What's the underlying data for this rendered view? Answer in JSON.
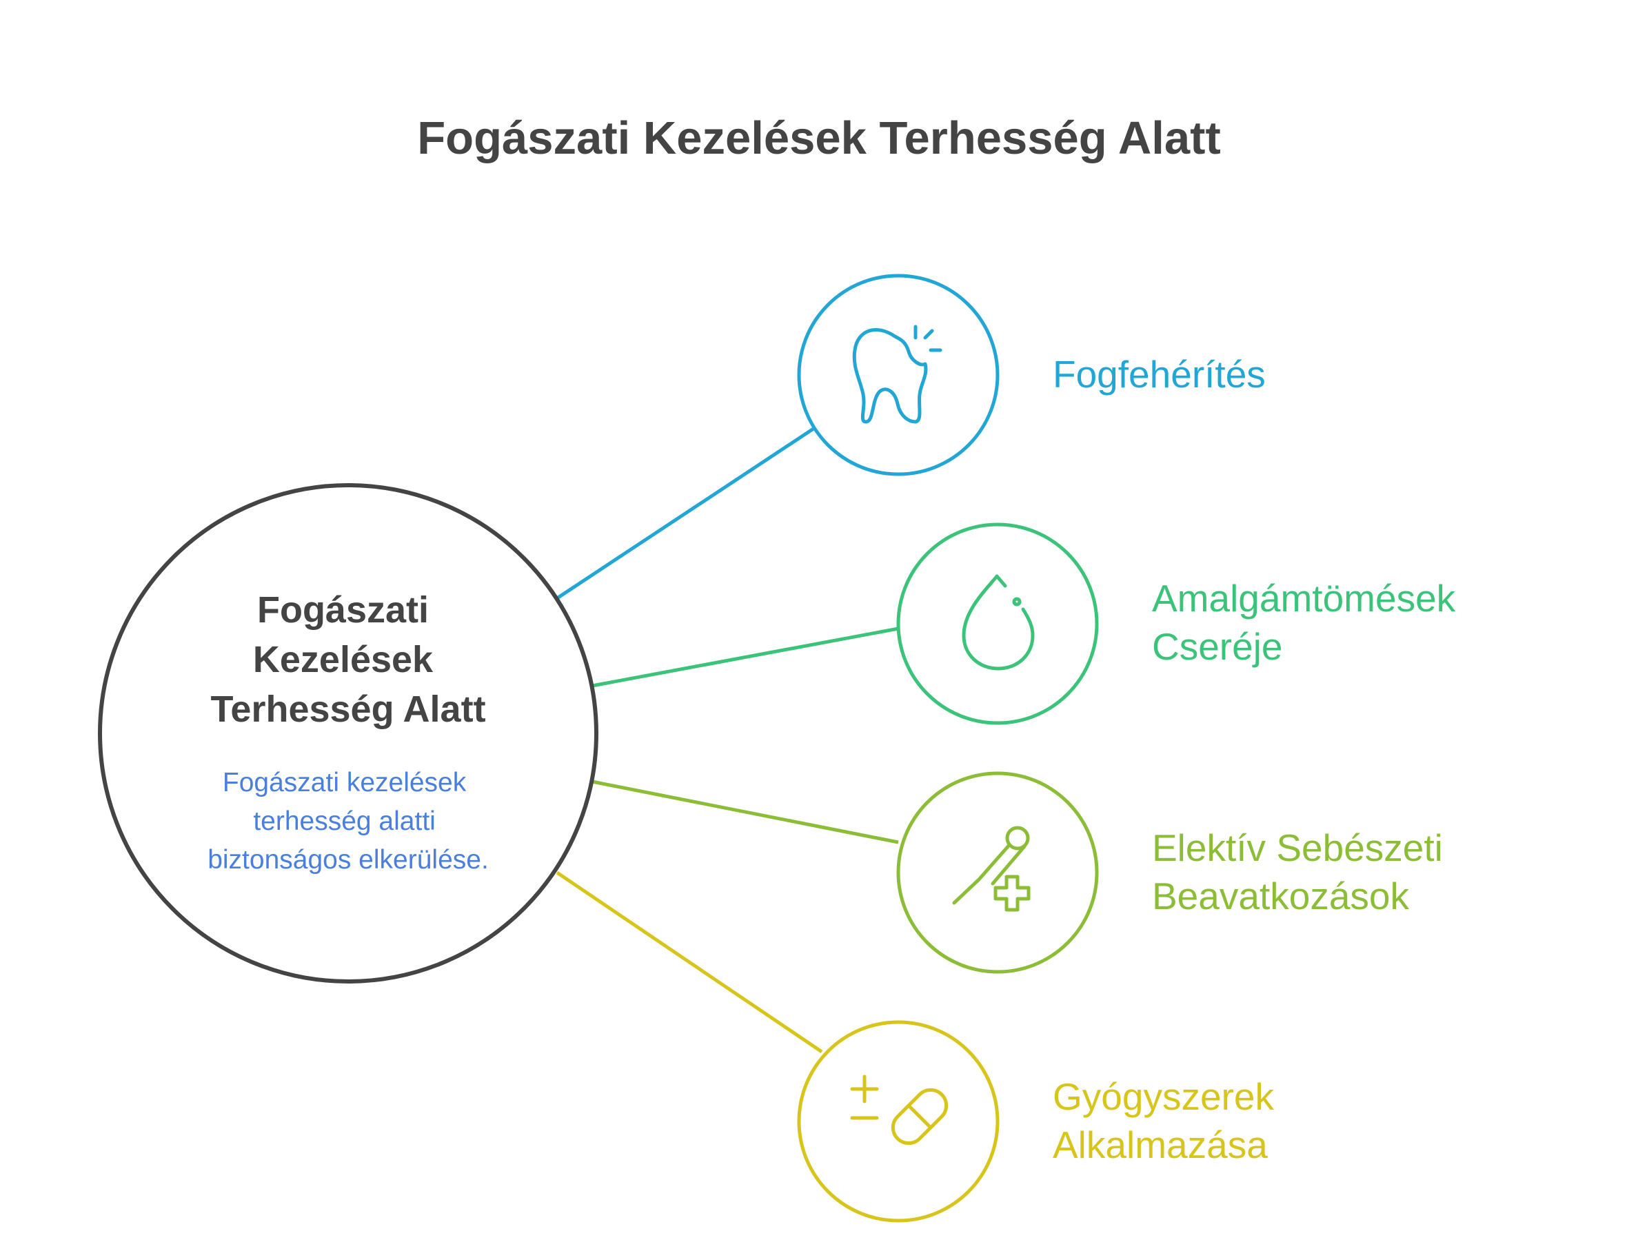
{
  "title": "Fogászati Kezelések Terhesség Alatt",
  "hub": {
    "title_lines": [
      "Fogászati",
      "Kezelések",
      "Terhesség Alatt"
    ],
    "description_lines": [
      "Fogászati kezelések",
      "terhesség alatti",
      "biztonságos elkerülése."
    ],
    "description_color": "#4a7fdb",
    "stroke_color": "#444444"
  },
  "branches": [
    {
      "label_lines": [
        "Fogfehérítés"
      ],
      "icon": "tooth-sparkle-icon",
      "color": "#22a6d6"
    },
    {
      "label_lines": [
        "Amalgámtömések",
        "Cseréje"
      ],
      "icon": "drop-icon",
      "color": "#3cc37a"
    },
    {
      "label_lines": [
        "Elektív Sebészeti",
        "Beavatkozások"
      ],
      "icon": "thermometer-plus-icon",
      "color": "#8cbd36"
    },
    {
      "label_lines": [
        "Gyógyszerek",
        "Alkalmazása"
      ],
      "icon": "pill-plus-minus-icon",
      "color": "#d8c51c"
    }
  ]
}
